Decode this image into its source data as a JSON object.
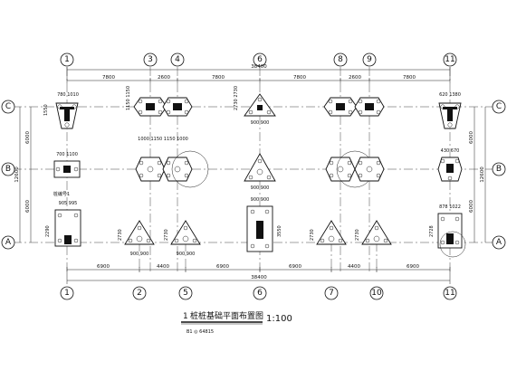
{
  "drawing": {
    "title_number": "1",
    "title": "桩桩基础平面布置图",
    "scale": "1:100",
    "note": "B1 ◎ 64815"
  },
  "axes_top": [
    "1",
    "3",
    "4",
    "6",
    "8",
    "9",
    "11"
  ],
  "axes_bottom": [
    "1",
    "2",
    "5",
    "6",
    "7",
    "10",
    "11"
  ],
  "axes_rows": [
    "C",
    "B",
    "A"
  ],
  "top_dims": [
    "7800",
    "2600",
    "7800",
    "7800",
    "2600",
    "7800"
  ],
  "top_total": "38400",
  "bottom_dims": [
    "6900",
    "4400",
    "6900",
    "6900",
    "4400",
    "6900"
  ],
  "bottom_total": "38400",
  "left_dims": [
    "6000",
    "6000"
  ],
  "left_total": "12600",
  "right_dims": [
    "6000",
    "6000"
  ],
  "right_total": "12600",
  "labels": {
    "c1_top": "780 1010",
    "c1_side": "1550",
    "c3_side": "1150 1150",
    "c3_bot": "1000 1150 1150 1000",
    "c6_side": "2730 2730",
    "c6_bot": "900 900",
    "c11_top": "620 1380",
    "b1_top": "700 1100",
    "b11_top": "430 670",
    "b6_bot": "900 900",
    "a1_top": "905 995",
    "a1_note": "桩编号1",
    "a1_side": "2290",
    "a6_top": "900 900",
    "a6_side": "3550",
    "a11_top": "878 1022",
    "a11_side": "2728",
    "a_small_bot": "900 900",
    "a_small_side": "2730"
  }
}
